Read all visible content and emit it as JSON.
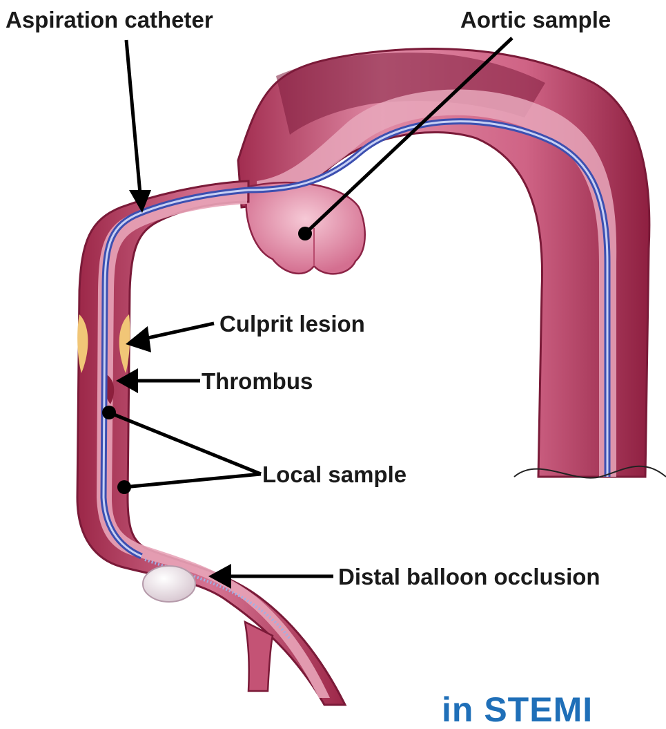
{
  "labels": {
    "aspiration_catheter": "Aspiration catheter",
    "aortic_sample": "Aortic sample",
    "culprit_lesion": "Culprit lesion",
    "thrombus": "Thrombus",
    "local_sample": "Local sample",
    "distal_balloon": "Distal balloon occlusion"
  },
  "caption": "in STEMI",
  "colors": {
    "vessel_wall": "#b23a5e",
    "vessel_lumen": "#d97a96",
    "vessel_inner": "#f3b7c9",
    "catheter": "#3c4fb0",
    "catheter_core": "#c7d0f4",
    "plaque": "#f2c97a",
    "caption": "#1f6fb8"
  }
}
